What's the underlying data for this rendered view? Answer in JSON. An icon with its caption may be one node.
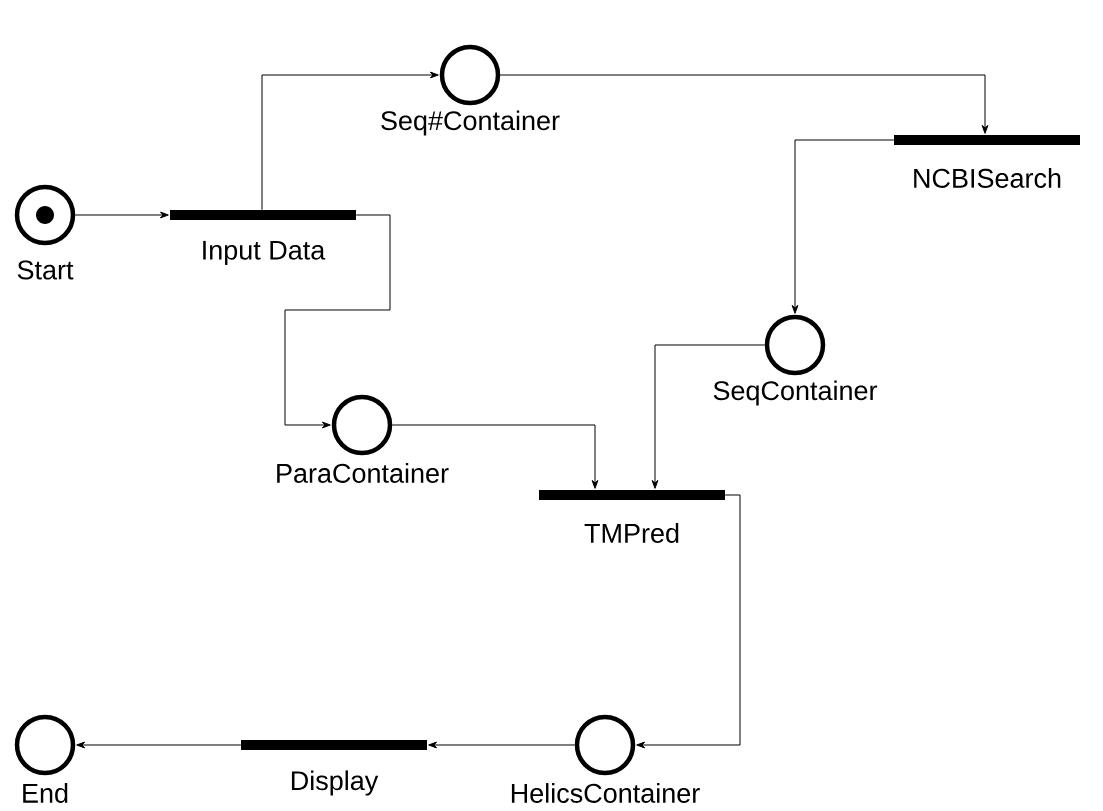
{
  "diagram": {
    "nodes": [
      {
        "text": [
          "Start"
        ]
      },
      {
        "text": [
          "Input Data"
        ]
      },
      {
        "text": [
          "Seq#Container"
        ]
      },
      {
        "text": [
          "NCBISearch"
        ]
      },
      {
        "text": [
          "ParaContainer"
        ]
      },
      {
        "text": [
          "SeqContainer"
        ]
      },
      {
        "text": [
          "TMPred"
        ]
      },
      {
        "text": [
          "HelicsContainer"
        ]
      },
      {
        "text": [
          "Display"
        ]
      },
      {
        "text": [
          "End"
        ]
      }
    ],
    "edges": [
      {
        "from": 0,
        "to": 1,
        "arrow": "to"
      },
      {
        "from": 1,
        "to": 2,
        "arrow": "to"
      },
      {
        "from": 2,
        "to": 3,
        "arrow": "to"
      },
      {
        "from": 1,
        "to": 4,
        "arrow": "to"
      },
      {
        "from": 4,
        "to": 6,
        "arrow": "to"
      },
      {
        "from": 3,
        "to": 5,
        "arrow": "to"
      },
      {
        "from": 5,
        "to": 6,
        "arrow": "to"
      },
      {
        "from": 6,
        "to": 7,
        "arrow": "to"
      },
      {
        "from": 7,
        "to": 8,
        "arrow": "to"
      },
      {
        "from": 8,
        "to": 9,
        "arrow": "to"
      }
    ]
  }
}
